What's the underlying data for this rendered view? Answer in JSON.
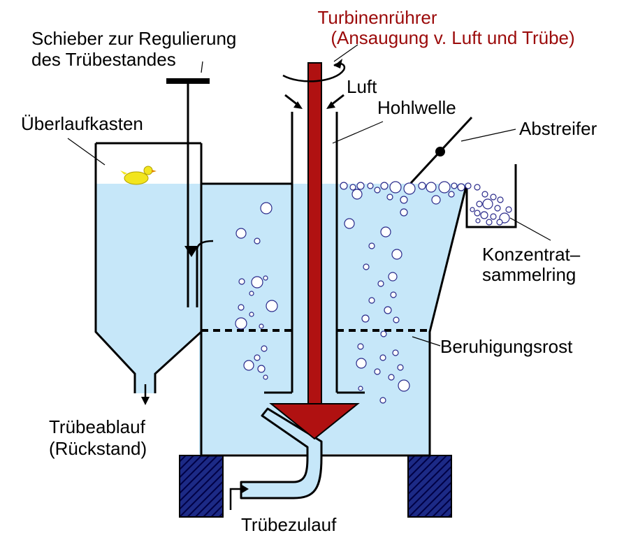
{
  "labels": {
    "turbine_line1": "Turbinenrührer",
    "turbine_line2": "(Ansaugung v. Luft und Trübe)",
    "gate_line1": "Schieber zur Regulierung",
    "gate_line2": "des Trübestandes",
    "air": "Luft",
    "hollow_shaft": "Hohlwelle",
    "overflow_box": "Überlaufkasten",
    "scraper": "Abstreifer",
    "concentrate_line1": "Konzentrat–",
    "concentrate_line2": "sammelring",
    "calming_grid": "Beruhigungsrost",
    "tailings_line1": "Trübeablauf",
    "tailings_line2": "(Rückstand)",
    "feed": "Trübezulauf"
  },
  "colors": {
    "slurry": "#c6e7f9",
    "shaft": "#b01111",
    "outline": "#000000",
    "bubble_stroke": "#2a2a8a",
    "foundation": "#1c2a86",
    "duck": "#f2e51e",
    "turbine_label": "#9b0a0a"
  },
  "icons": {
    "duck": "rubber-duck-icon",
    "bubbles": "air-bubble-icon"
  }
}
